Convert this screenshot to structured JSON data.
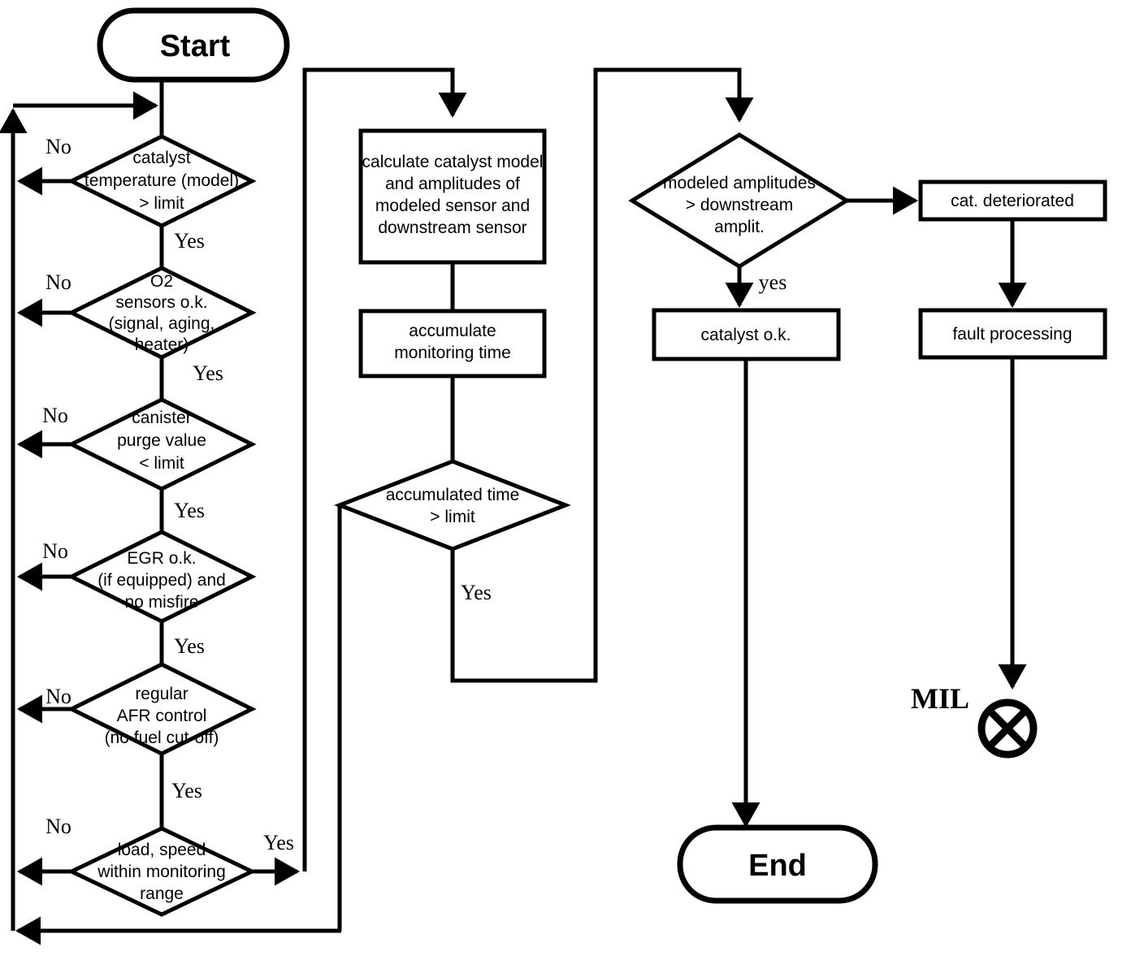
{
  "diagram": {
    "title_text": "",
    "colors": {
      "stroke": "#000000",
      "fill": "#ffffff",
      "text": "#000000"
    },
    "terminators": {
      "start": "Start",
      "end": "End"
    },
    "decisions": {
      "catalyst_temp": {
        "line1": "catalyst",
        "line2": "temperature (model)",
        "line3": "> limit"
      },
      "o2_sensors": {
        "line1": "O2",
        "line2": "sensors o.k.",
        "line3": "(signal, aging,",
        "line4": "heater)"
      },
      "canister_purge": {
        "line1": "canister",
        "line2": "purge value",
        "line3": "< limit"
      },
      "egr_ok": {
        "line1": "EGR o.k.",
        "line2": "(if equipped) and",
        "line3": "no misfire"
      },
      "afr_control": {
        "line1": "regular",
        "line2": "AFR control",
        "line3": "(no fuel cut-off)"
      },
      "load_speed": {
        "line1": "load, speed",
        "line2": "within monitoring",
        "line3": "range"
      },
      "accumulated_time": {
        "line1": "accumulated time",
        "line2": "> limit"
      },
      "modeled_amplitudes": {
        "line1": "modeled amplitudes",
        "line2": "> downstream",
        "line3": "amplit."
      }
    },
    "processes": {
      "calculate_model": {
        "line1": "calculate catalyst model",
        "line2": "and amplitudes of",
        "line3": "modeled sensor and",
        "line4": "downstream sensor"
      },
      "accumulate_time": {
        "line1": "accumulate",
        "line2": "monitoring  time"
      },
      "catalyst_ok": {
        "line1": "catalyst o.k."
      },
      "cat_deteriorated": {
        "line1": "cat. deteriorated"
      },
      "fault_processing": {
        "line1": "fault processing"
      }
    },
    "indicators": {
      "mil_label": "MIL",
      "mil_icon": "crossed-circle-icon"
    },
    "edge_labels": {
      "no_1": "No",
      "no_2": "No",
      "no_3": "No",
      "no_4": "No",
      "no_5": "No",
      "no_6": "No",
      "yes_1": "Yes",
      "yes_2": "Yes",
      "yes_3": "Yes",
      "yes_4": "Yes",
      "yes_5": "Yes",
      "yes_load_speed": "Yes",
      "yes_accumulated": "Yes",
      "yes_amplitudes": "yes"
    }
  }
}
